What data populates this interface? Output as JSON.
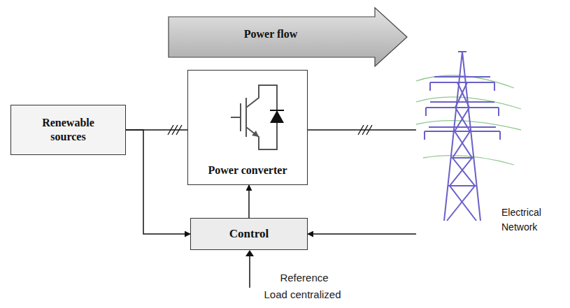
{
  "diagram": {
    "nodes": [
      {
        "text": [
          "Power flow"
        ]
      },
      {
        "text": [
          "Renewable sources"
        ]
      },
      {
        "text": [
          "Power converter"
        ]
      },
      {
        "text": [
          "Electrical Network"
        ]
      },
      {
        "text": [
          "Control"
        ]
      }
    ],
    "edges": [
      {
        "from": 1,
        "to": 2,
        "arrow": "none"
      },
      {
        "from": 2,
        "to": 3,
        "arrow": "none"
      },
      {
        "from": 1,
        "to": 4,
        "arrow": "to"
      },
      {
        "from": 3,
        "to": 4,
        "arrow": "to"
      },
      {
        "from": 4,
        "to": 2,
        "arrow": "to"
      }
    ],
    "labels": [
      "Reference",
      "Load centralized"
    ]
  }
}
